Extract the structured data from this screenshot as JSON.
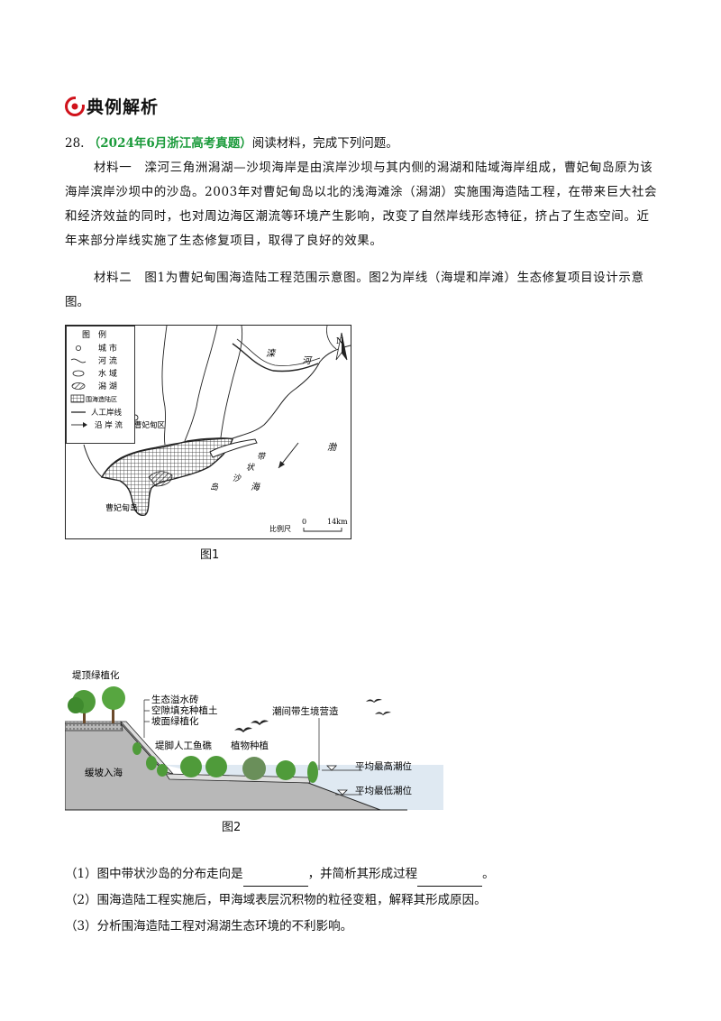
{
  "section": {
    "title": "典例解析"
  },
  "question": {
    "number": "28.",
    "source": "（2024年6月浙江高考真题）",
    "prompt": "阅读材料，完成下列问题。"
  },
  "material1": {
    "line1": "材料一　滦河三角洲潟湖—沙坝海岸是由滨岸沙坝与其内侧的潟湖和陆域海岸组成，曹妃甸岛原为该",
    "line2": "海岸滨岸沙坝中的沙岛。2003年对曹妃甸岛以北的浅海滩涂（潟湖）实施围海造陆工程，在带来巨大社会",
    "line3": "和经济效益的同时，也对周边海区潮流等环境产生影响，改变了自然岸线形态特征，挤占了生态空间。近",
    "line4": "年来部分岸线实施了生态修复项目，取得了良好的效果。"
  },
  "material2": {
    "line1": "材料二　图1为曹妃甸围海造陆工程范围示意图。图2为岸线（海堤和岸滩）生态修复项目设计示意",
    "line2": "图。"
  },
  "figure1": {
    "caption": "图1",
    "legend_title": "图　例",
    "legend": [
      "城 市",
      "河 流",
      "水 域",
      "潟 湖",
      "围海造陆区",
      "人工岸线",
      "沿 岸 流"
    ],
    "labels": {
      "river": "滦",
      "river2": "河",
      "sea1": "渤",
      "sea2": "海",
      "band1": "带",
      "band2": "状",
      "band3": "沙",
      "band4": "岛",
      "district": "曹妃甸区",
      "island": "曹妃甸岛",
      "north": "N",
      "scale_label": "比例尺",
      "scale_zero": "0",
      "scale_value": "14km"
    }
  },
  "figure2": {
    "caption": "图2",
    "labels": {
      "top": "堤顶绿植化",
      "brick": "生态溢水砖",
      "fill": "空隙填充种植土",
      "slope_green": "坡面绿植化",
      "fishreef": "堤脚人工鱼礁",
      "intertidal": "潮间带生境营造",
      "plants": "植物种植",
      "slope": "缓坡入海",
      "high_tide": "平均最高潮位",
      "low_tide": "平均最低潮位"
    }
  },
  "subquestions": {
    "q1_a": "（1）图中带状沙岛的分布走向是",
    "q1_b": "，并简析其形成过程",
    "q1_c": "。",
    "q2": "（2）围海造陆工程实施后，甲海域表层沉积物的粒径变粗，解释其形成原因。",
    "q3": "（3）分析围海造陆工程对潟湖生态环境的不利影响。"
  }
}
